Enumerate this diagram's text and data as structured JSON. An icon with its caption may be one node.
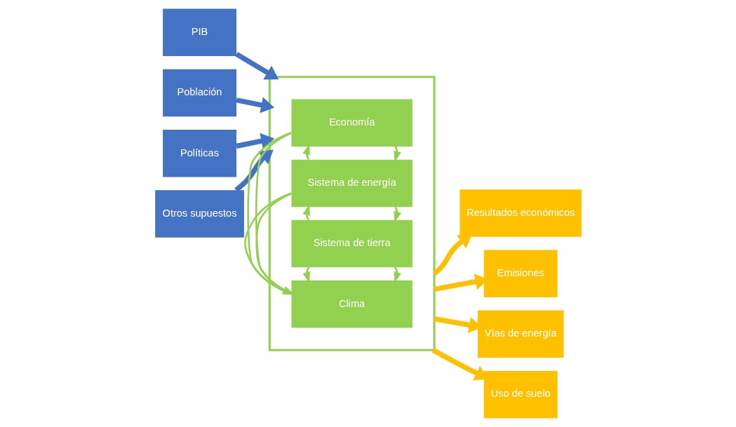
{
  "diagram": {
    "nodes": [
      {
        "text": [
          "PIB"
        ]
      },
      {
        "text": [
          "Población"
        ]
      },
      {
        "text": [
          "Políticas"
        ]
      },
      {
        "text": [
          "Otros supuestos"
        ]
      },
      {
        "text": [],
        "shape": "box"
      },
      {
        "text": [
          "Economía"
        ],
        "in": 4
      },
      {
        "text": [
          "Sistema de energía"
        ],
        "in": 4
      },
      {
        "text": [
          "Sistema de tierra"
        ],
        "in": 4
      },
      {
        "text": [
          "Clima"
        ],
        "in": 4
      },
      {
        "text": [
          "Resultados económicos"
        ]
      },
      {
        "text": [
          "Emisiones"
        ]
      },
      {
        "text": [
          "Vías de energía"
        ]
      },
      {
        "text": [
          "Uso de suelo"
        ]
      }
    ],
    "edges": [
      {
        "from": 0,
        "to": 4,
        "arrow": "to",
        "style": "thick",
        "color": "#4472c4"
      },
      {
        "from": 1,
        "to": 4,
        "arrow": "to",
        "style": "thick",
        "color": "#4472c4"
      },
      {
        "from": 2,
        "to": 4,
        "arrow": "to",
        "style": "thick",
        "color": "#4472c4"
      },
      {
        "from": 3,
        "to": 4,
        "arrow": "to",
        "style": "thick",
        "color": "#4472c4"
      },
      {
        "from": 5,
        "to": 8,
        "arrow": "to"
      },
      {
        "from": 5,
        "to": 6,
        "arrow": "to"
      },
      {
        "from": 6,
        "to": 8,
        "arrow": "to"
      },
      {
        "from": 7,
        "to": 8,
        "arrow": "to"
      },
      {
        "from": 5,
        "to": 8,
        "arrow": "to"
      },
      {
        "from": 6,
        "to": 5,
        "arrow": "to"
      },
      {
        "from": 6,
        "to": 8,
        "arrow": "to"
      },
      {
        "from": 7,
        "to": 8,
        "arrow": "to"
      },
      {
        "from": 6,
        "to": 7,
        "arrow": "to"
      },
      {
        "from": 7,
        "to": 6,
        "arrow": "to"
      },
      {
        "from": 4,
        "to": 9,
        "arrow": "to",
        "style": "thick",
        "color": "#ffc000"
      },
      {
        "from": 4,
        "to": 10,
        "arrow": "to",
        "style": "thick",
        "color": "#ffc000"
      },
      {
        "from": 4,
        "to": 11,
        "arrow": "to",
        "style": "thick",
        "color": "#ffc000"
      },
      {
        "from": 4,
        "to": 12,
        "arrow": "to",
        "style": "thick",
        "color": "#ffc000"
      }
    ]
  }
}
